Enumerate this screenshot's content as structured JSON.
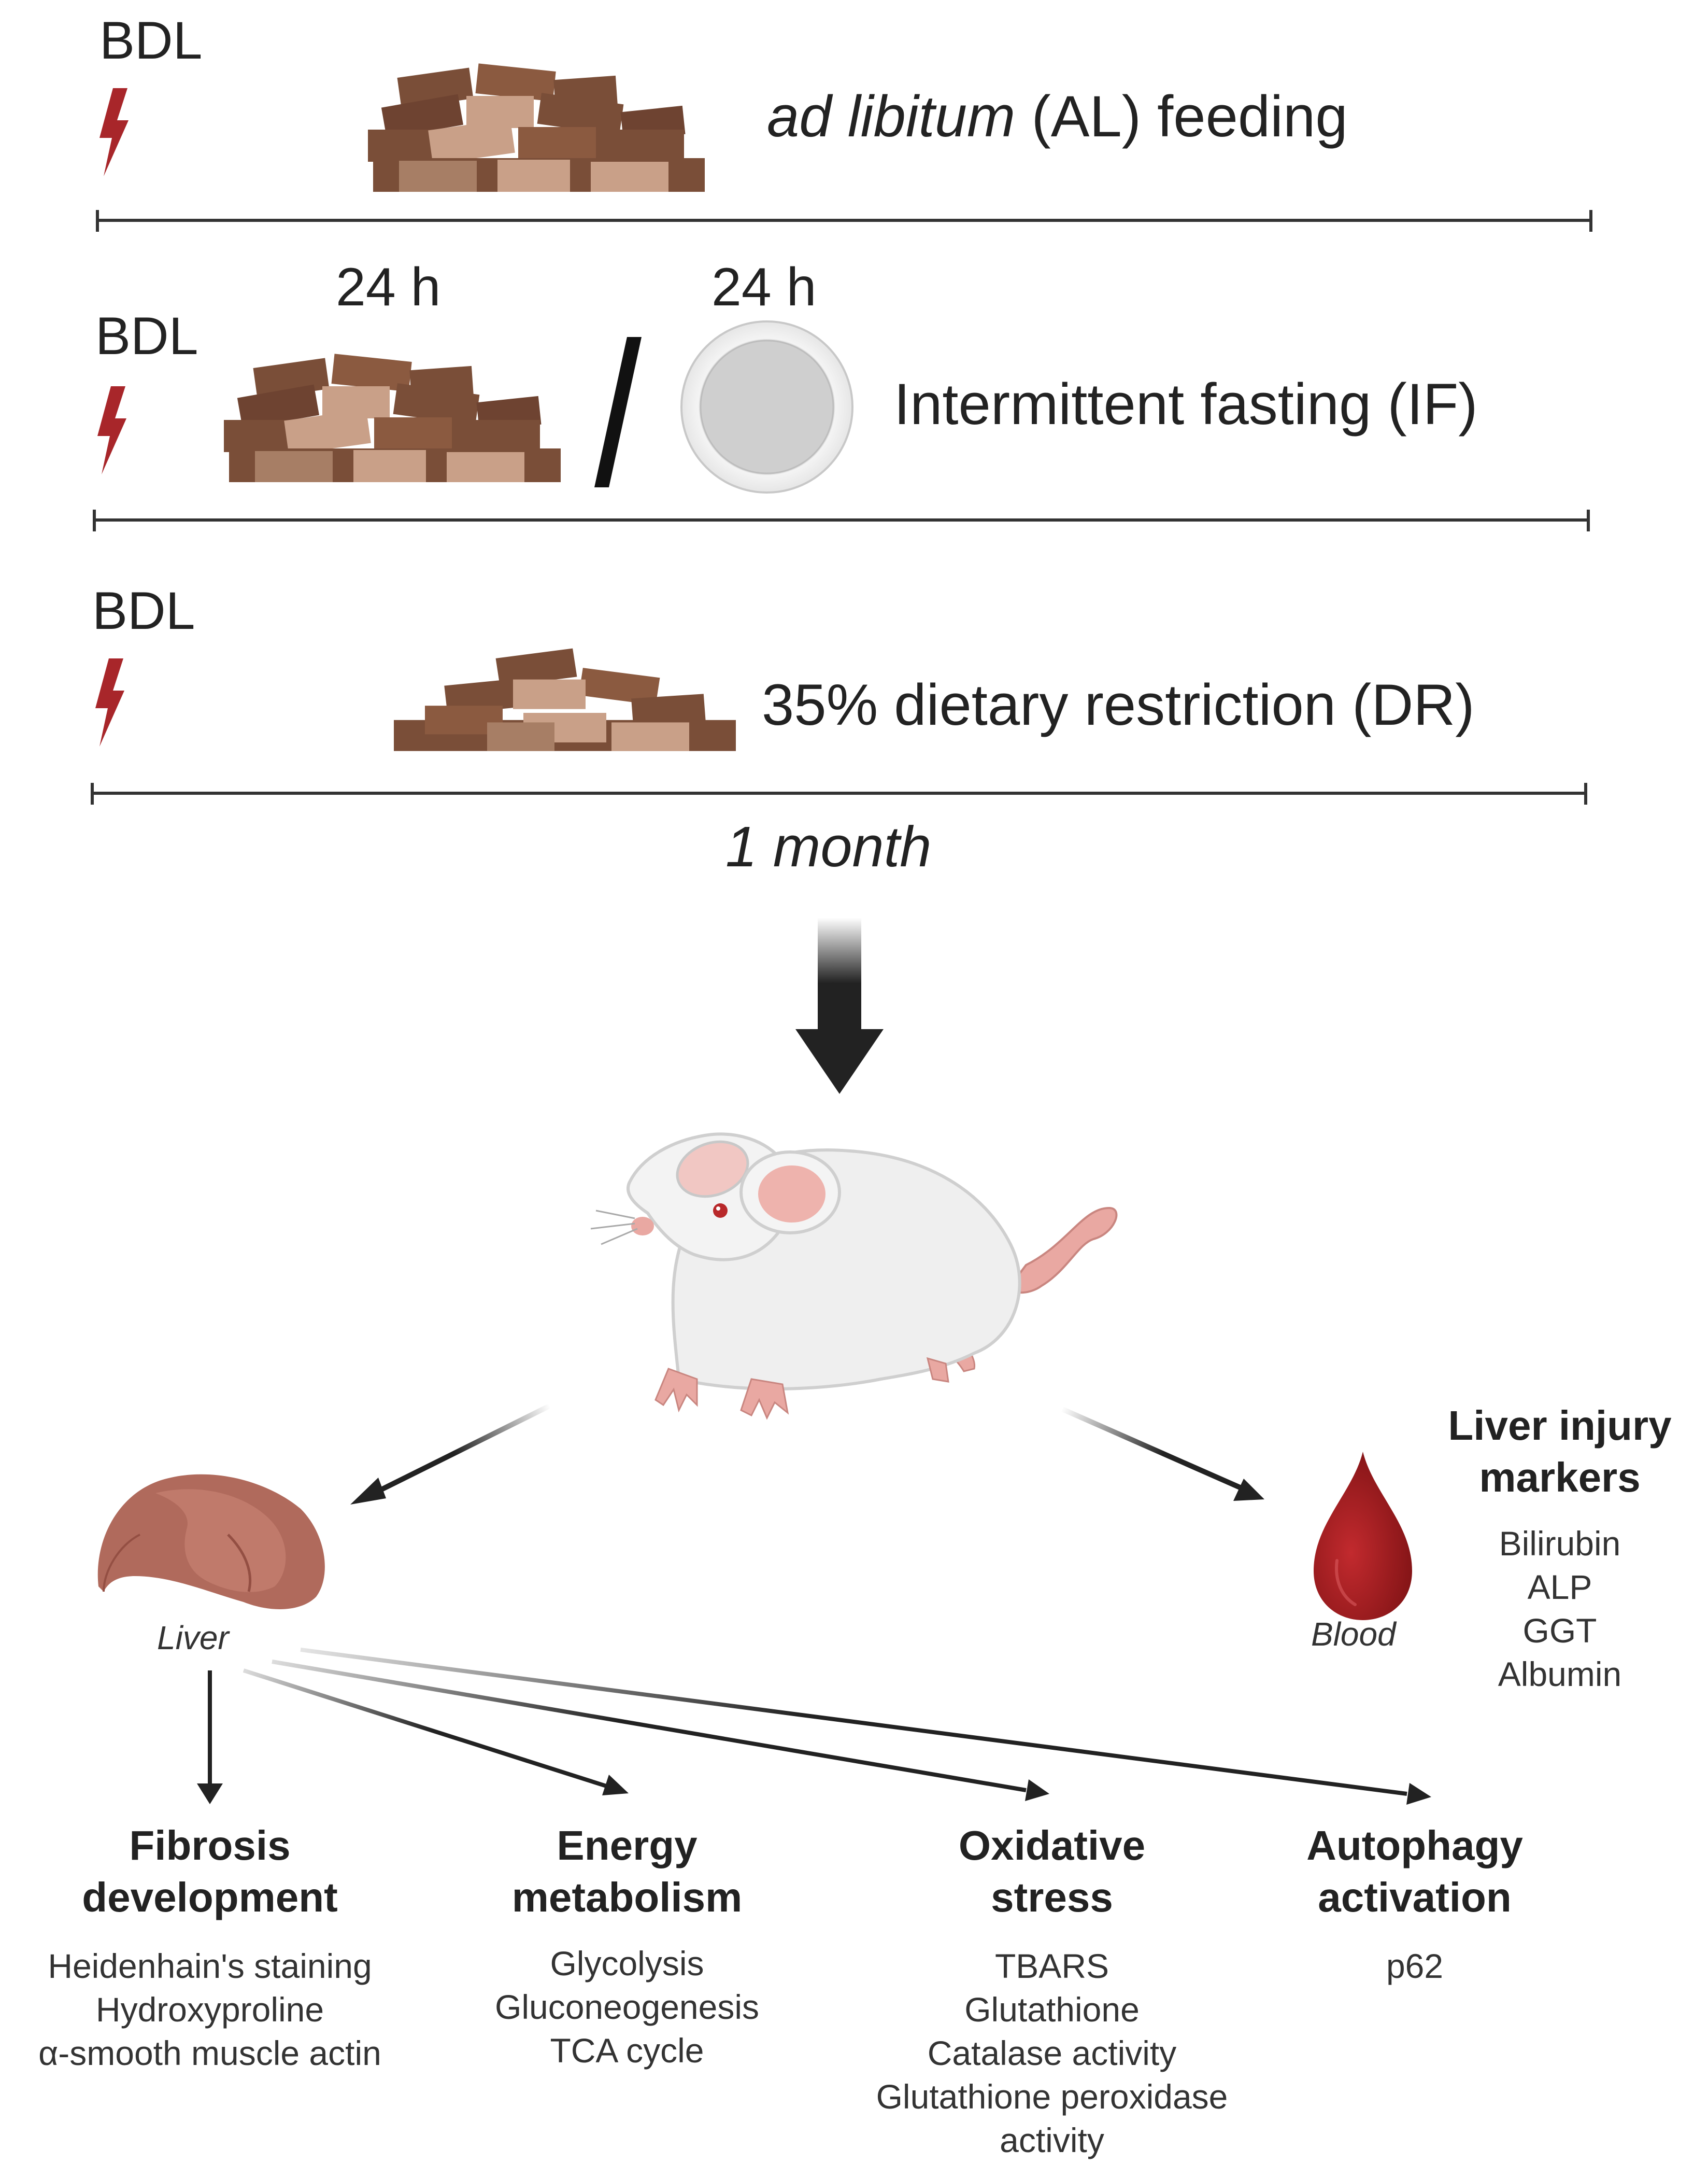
{
  "timeline": {
    "rows": [
      {
        "label": "BDL",
        "feeding_italic": "ad libitum",
        "feeding_rest": " (AL) feeding"
      },
      {
        "label": "BDL",
        "feeding": "Intermittent fasting (IF)",
        "fed_period": "24 h",
        "fast_period": "24 h"
      },
      {
        "label": "BDL",
        "feeding": "35% dietary restriction (DR)"
      }
    ],
    "duration": "1 month"
  },
  "organs": {
    "liver": "Liver",
    "blood": "Blood"
  },
  "blood_panel": {
    "title_lines": [
      "Liver injury",
      "markers"
    ],
    "items": [
      "Bilirubin",
      "ALP",
      "GGT",
      "Albumin"
    ]
  },
  "liver_panels": [
    {
      "title_lines": [
        "Fibrosis",
        "development"
      ],
      "items": [
        "Heidenhain's staining",
        "Hydroxyproline",
        "α-smooth muscle actin"
      ]
    },
    {
      "title_lines": [
        "Energy",
        "metabolism"
      ],
      "items": [
        "Glycolysis",
        "Gluconeogenesis",
        "TCA cycle"
      ]
    },
    {
      "title_lines": [
        "Oxidative",
        "stress"
      ],
      "items": [
        "TBARS",
        "Glutathione",
        "Catalase activity",
        "Glutathione peroxidase",
        "activity"
      ]
    },
    {
      "title_lines": [
        "Autophagy",
        "activation"
      ],
      "items": [
        "p62"
      ]
    }
  ],
  "colors": {
    "bolt": "#a8262a",
    "chow_dark": "#7a4e38",
    "chow_light": "#c9a088",
    "blood": "#a3191c",
    "liver": "#b06a5c",
    "plate": "#d0d0d0",
    "rat": "#efefef"
  },
  "icons": [
    "lightning-icon",
    "chow-pellets-icon",
    "plate-icon",
    "rat-icon",
    "liver-icon",
    "blood-drop-icon"
  ]
}
